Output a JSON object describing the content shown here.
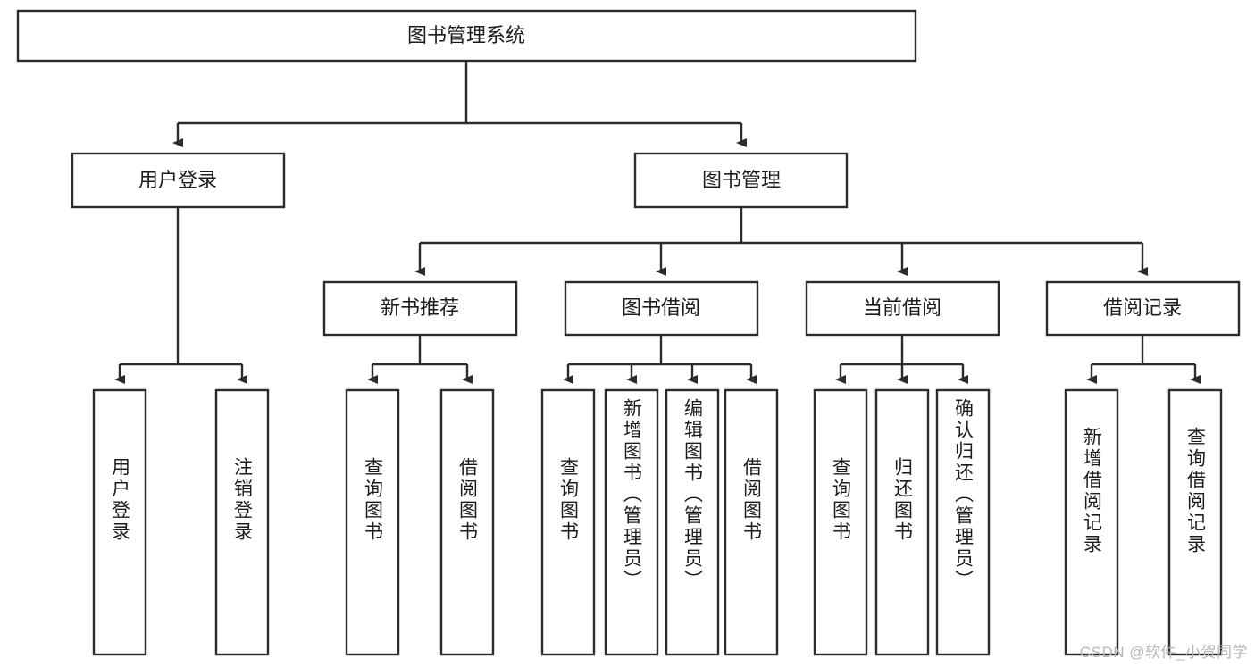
{
  "diagram": {
    "type": "tree-hierarchy-chart",
    "title": "图书管理系统",
    "orientation": "top-down",
    "colors": {
      "box_fill": "#ffffff",
      "box_stroke": "#2b2b2b",
      "text": "#1c1c1c",
      "background": "#ffffff",
      "watermark": "#b6b6b6"
    },
    "levels": [
      {
        "level": 1,
        "nodes": [
          {
            "id": "root",
            "label": "图书管理系统",
            "orientation": "horizontal"
          }
        ]
      },
      {
        "level": 2,
        "nodes": [
          {
            "id": "login",
            "label": "用户登录",
            "orientation": "horizontal",
            "parent": "root"
          },
          {
            "id": "bookmgmt",
            "label": "图书管理",
            "orientation": "horizontal",
            "parent": "root"
          }
        ]
      },
      {
        "level": 3,
        "nodes": [
          {
            "id": "newbook",
            "label": "新书推荐",
            "orientation": "horizontal",
            "parent": "bookmgmt"
          },
          {
            "id": "borrow",
            "label": "图书借阅",
            "orientation": "horizontal",
            "parent": "bookmgmt"
          },
          {
            "id": "current",
            "label": "当前借阅",
            "orientation": "horizontal",
            "parent": "bookmgmt"
          },
          {
            "id": "records",
            "label": "借阅记录",
            "orientation": "horizontal",
            "parent": "bookmgmt"
          }
        ]
      },
      {
        "level": 4,
        "nodes": [
          {
            "id": "leaf-user-login",
            "label": "用户登录",
            "orientation": "vertical",
            "parent": "login"
          },
          {
            "id": "leaf-user-logout",
            "label": "注销登录",
            "orientation": "vertical",
            "parent": "login"
          },
          {
            "id": "leaf-query-book-1",
            "label": "查询图书",
            "orientation": "vertical",
            "parent": "newbook"
          },
          {
            "id": "leaf-borrow-book-1",
            "label": "借阅图书",
            "orientation": "vertical",
            "parent": "newbook"
          },
          {
            "id": "leaf-query-book-2",
            "label": "查询图书",
            "orientation": "vertical",
            "parent": "borrow"
          },
          {
            "id": "leaf-add-book",
            "label": "新增图书（管理员）",
            "orientation": "vertical",
            "parent": "borrow"
          },
          {
            "id": "leaf-edit-book",
            "label": "编辑图书（管理员）",
            "orientation": "vertical",
            "parent": "borrow"
          },
          {
            "id": "leaf-borrow-book-2",
            "label": "借阅图书",
            "orientation": "vertical",
            "parent": "borrow"
          },
          {
            "id": "leaf-query-book-3",
            "label": "查询图书",
            "orientation": "vertical",
            "parent": "current"
          },
          {
            "id": "leaf-return-book",
            "label": "归还图书",
            "orientation": "vertical",
            "parent": "current"
          },
          {
            "id": "leaf-confirm-return",
            "label": "确认归还（管理员）",
            "orientation": "vertical",
            "parent": "current"
          },
          {
            "id": "leaf-add-record",
            "label": "新增借阅记录",
            "orientation": "vertical",
            "parent": "records"
          },
          {
            "id": "leaf-query-record",
            "label": "查询借阅记录",
            "orientation": "vertical",
            "parent": "records"
          }
        ]
      }
    ]
  },
  "watermark": {
    "text": "CSDN @软件_小贺同学"
  }
}
